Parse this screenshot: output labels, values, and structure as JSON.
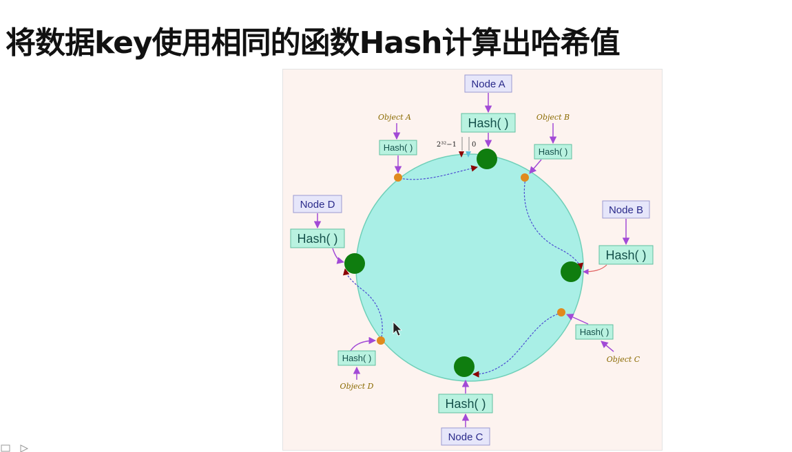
{
  "slide": {
    "title": "将数据key使用相同的函数Hash计算出哈希值"
  },
  "diagram": {
    "ring": {
      "start_label": "2³²−1",
      "zero_label": "0"
    },
    "hash_label": "Hash( )",
    "nodes": [
      {
        "id": "A",
        "label": "Node A"
      },
      {
        "id": "B",
        "label": "Node B"
      },
      {
        "id": "C",
        "label": "Node C"
      },
      {
        "id": "D",
        "label": "Node D"
      }
    ],
    "objects": [
      {
        "id": "A",
        "label": "Object A"
      },
      {
        "id": "B",
        "label": "Object B"
      },
      {
        "id": "C",
        "label": "Object C"
      },
      {
        "id": "D",
        "label": "Object D"
      }
    ],
    "colors": {
      "ring_fill": "#a9efe6",
      "ring_stroke": "#6fcfb8",
      "node_dot": "#0f7d0f",
      "object_dot": "#e08a1e",
      "node_box_fill": "#e6e6fa",
      "node_box_text": "#2a2a8a",
      "hash_box_fill": "#b9f2e0",
      "hash_box_stroke": "#5fbf9f",
      "arrow": "#a24ad6",
      "path_dash": "#4b4bd1",
      "path_red": "#c0392b",
      "object_label": "#8a6a00"
    }
  }
}
